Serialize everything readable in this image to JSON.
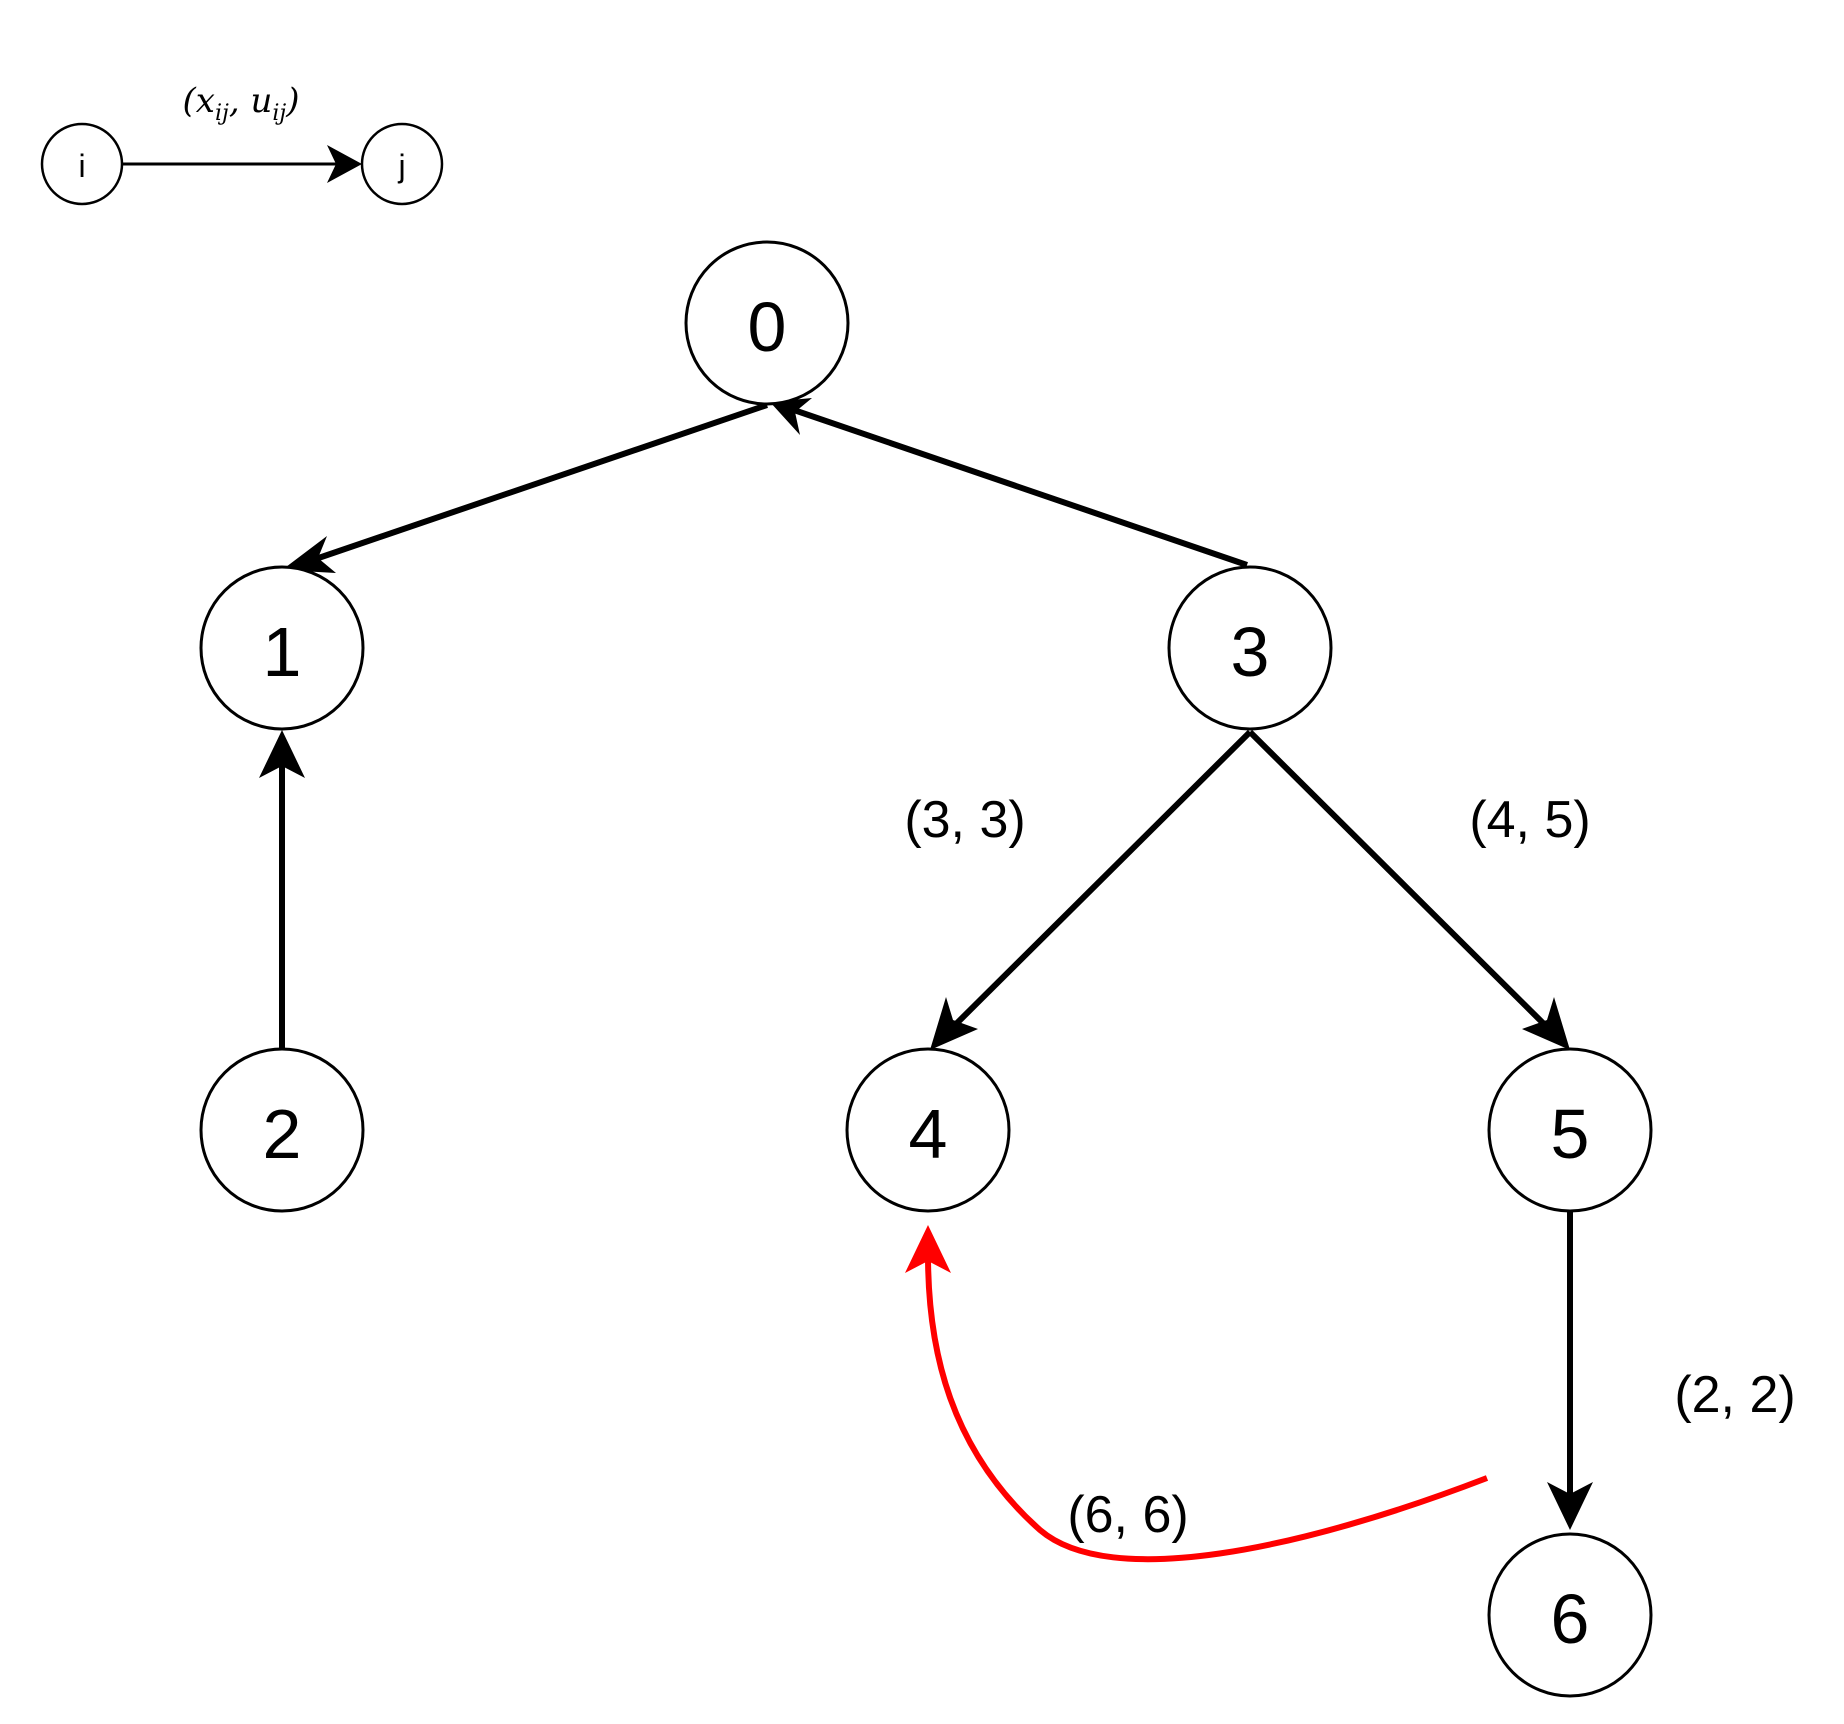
{
  "legend": {
    "from": "i",
    "to": "j",
    "formula": "(x",
    "formula_sub1": "ij",
    "formula_mid": ", u",
    "formula_sub2": "ij",
    "formula_end": ")"
  },
  "nodes": [
    {
      "id": "0",
      "label": "0"
    },
    {
      "id": "1",
      "label": "1"
    },
    {
      "id": "2",
      "label": "2"
    },
    {
      "id": "3",
      "label": "3"
    },
    {
      "id": "4",
      "label": "4"
    },
    {
      "id": "5",
      "label": "5"
    },
    {
      "id": "6",
      "label": "6"
    }
  ],
  "edges": [
    {
      "from": "0",
      "to": "1",
      "label": "",
      "color": "#000000"
    },
    {
      "from": "3",
      "to": "0",
      "label": "",
      "color": "#000000"
    },
    {
      "from": "2",
      "to": "1",
      "label": "",
      "color": "#000000"
    },
    {
      "from": "3",
      "to": "4",
      "label": "(3, 3)",
      "color": "#000000"
    },
    {
      "from": "3",
      "to": "5",
      "label": "(4, 5)",
      "color": "#000000"
    },
    {
      "from": "5",
      "to": "6",
      "label": "(2, 2)",
      "color": "#000000"
    },
    {
      "from": "6",
      "to": "4",
      "label": "(6, 6)",
      "color": "#ff0000"
    }
  ]
}
